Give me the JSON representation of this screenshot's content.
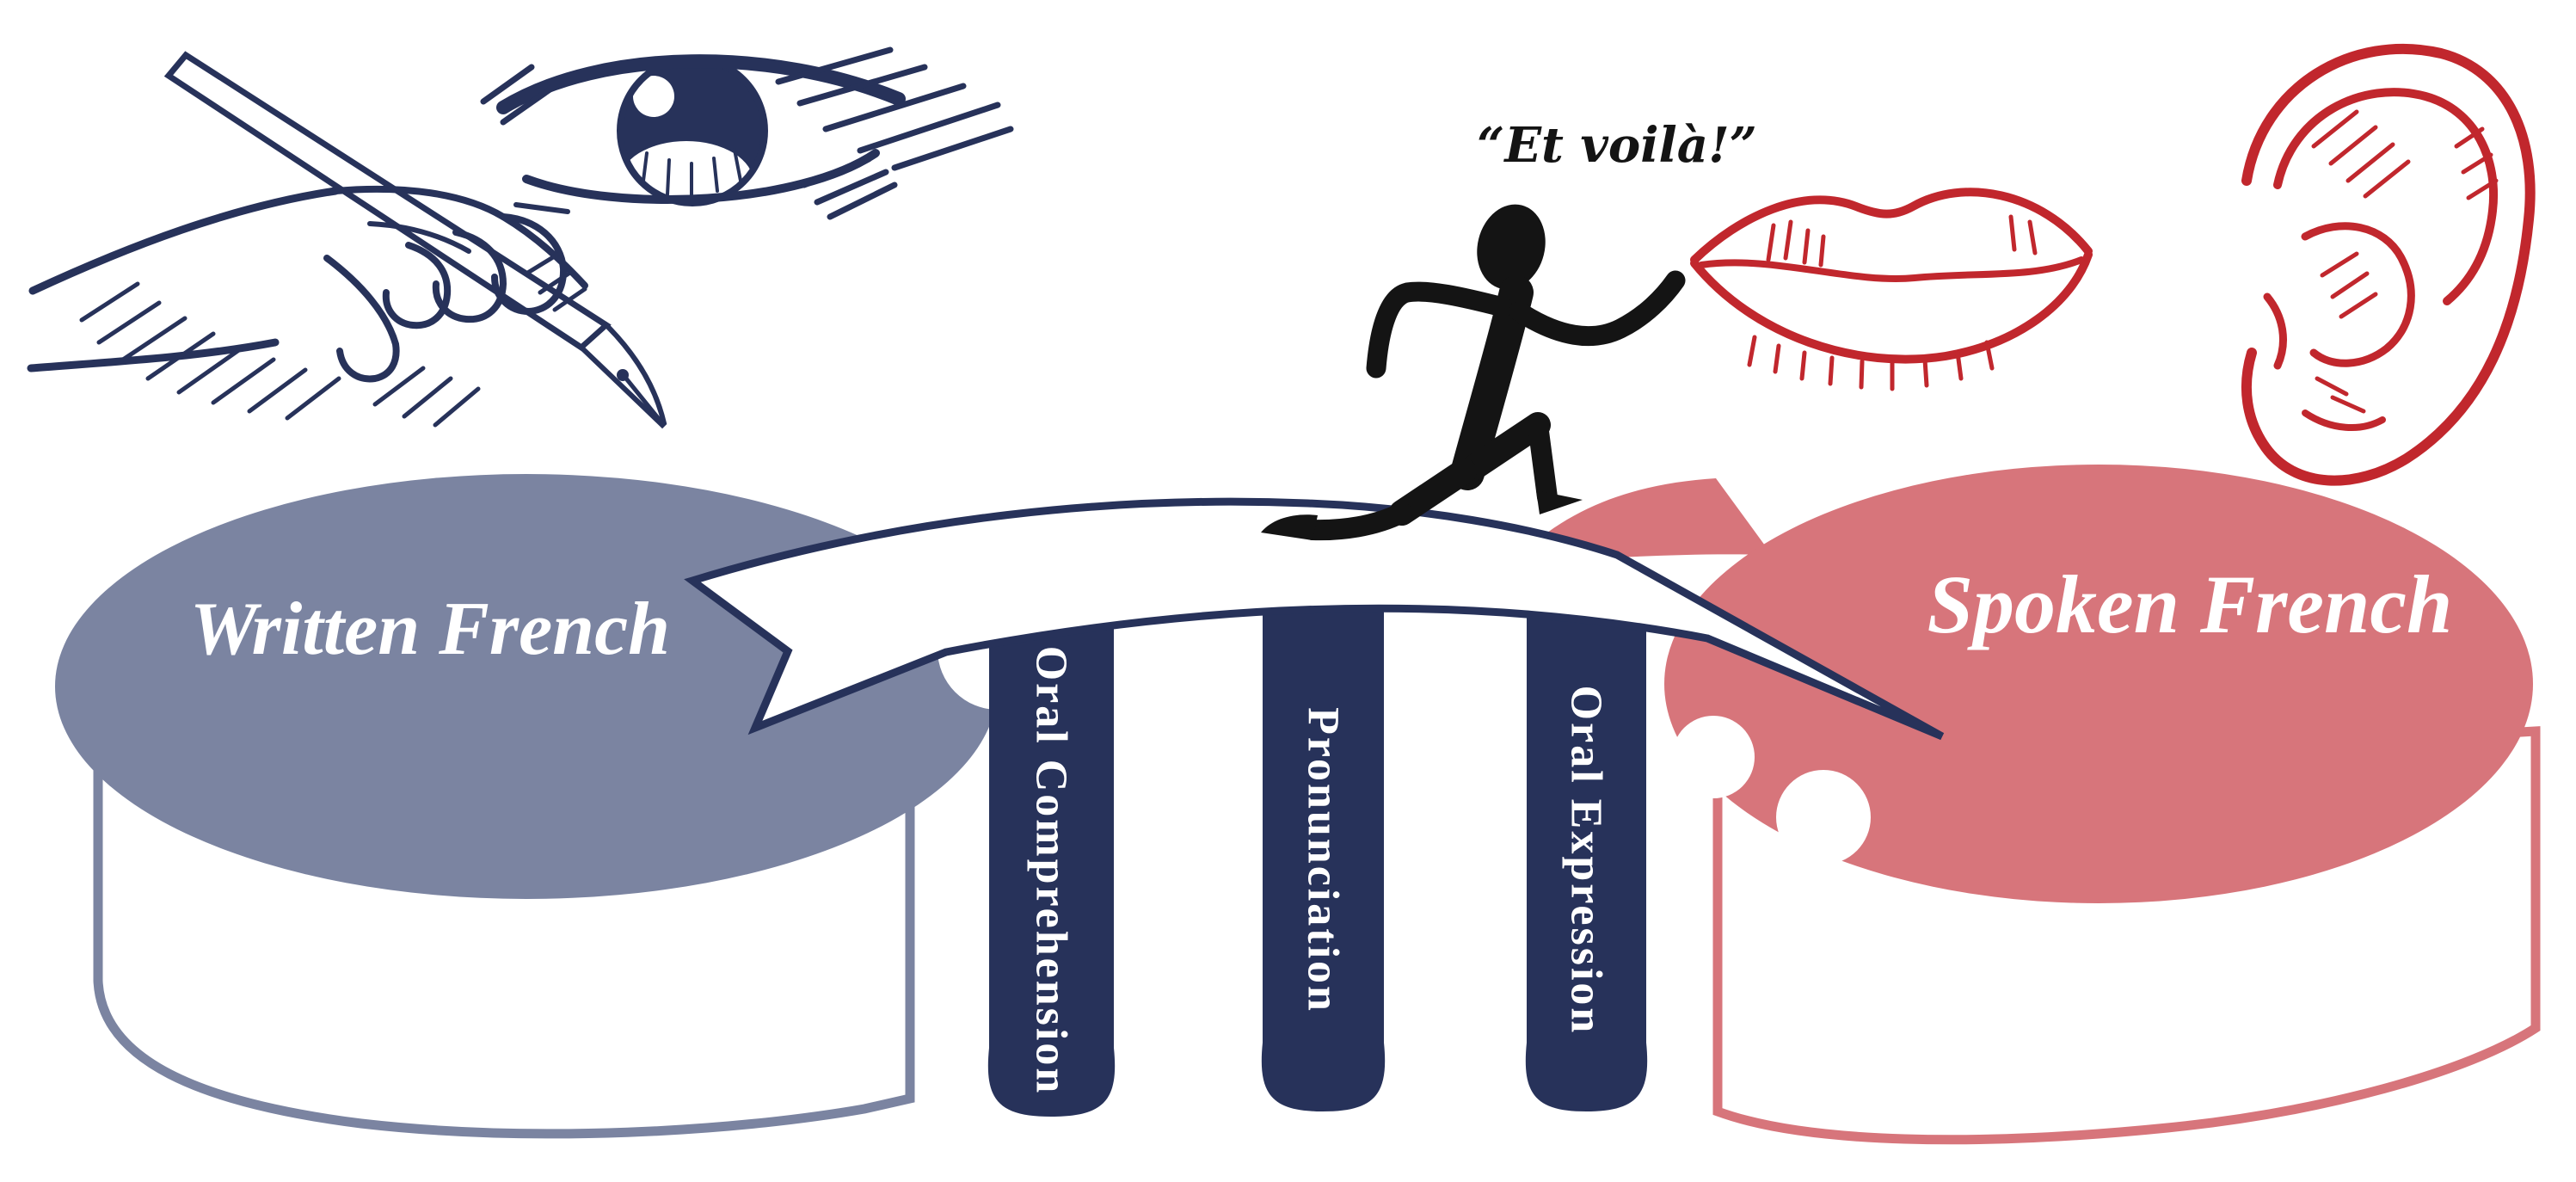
{
  "scene": {
    "left_cliff_label": "Written French",
    "right_cliff_label": "Spoken French",
    "speech_text": "“Et voilà!”",
    "pillars": [
      {
        "label": "Oral Comprehension"
      },
      {
        "label": "Pronunciation"
      },
      {
        "label": "Oral Expression"
      }
    ],
    "icons": [
      "writing-hand-icon",
      "eye-icon",
      "running-figure-icon",
      "lips-icon",
      "ear-icon"
    ],
    "colors": {
      "navy": "#27325a",
      "slate": "#7b84a1",
      "pink": "#d7757b",
      "red": "#c1272d",
      "black": "#141414"
    }
  }
}
